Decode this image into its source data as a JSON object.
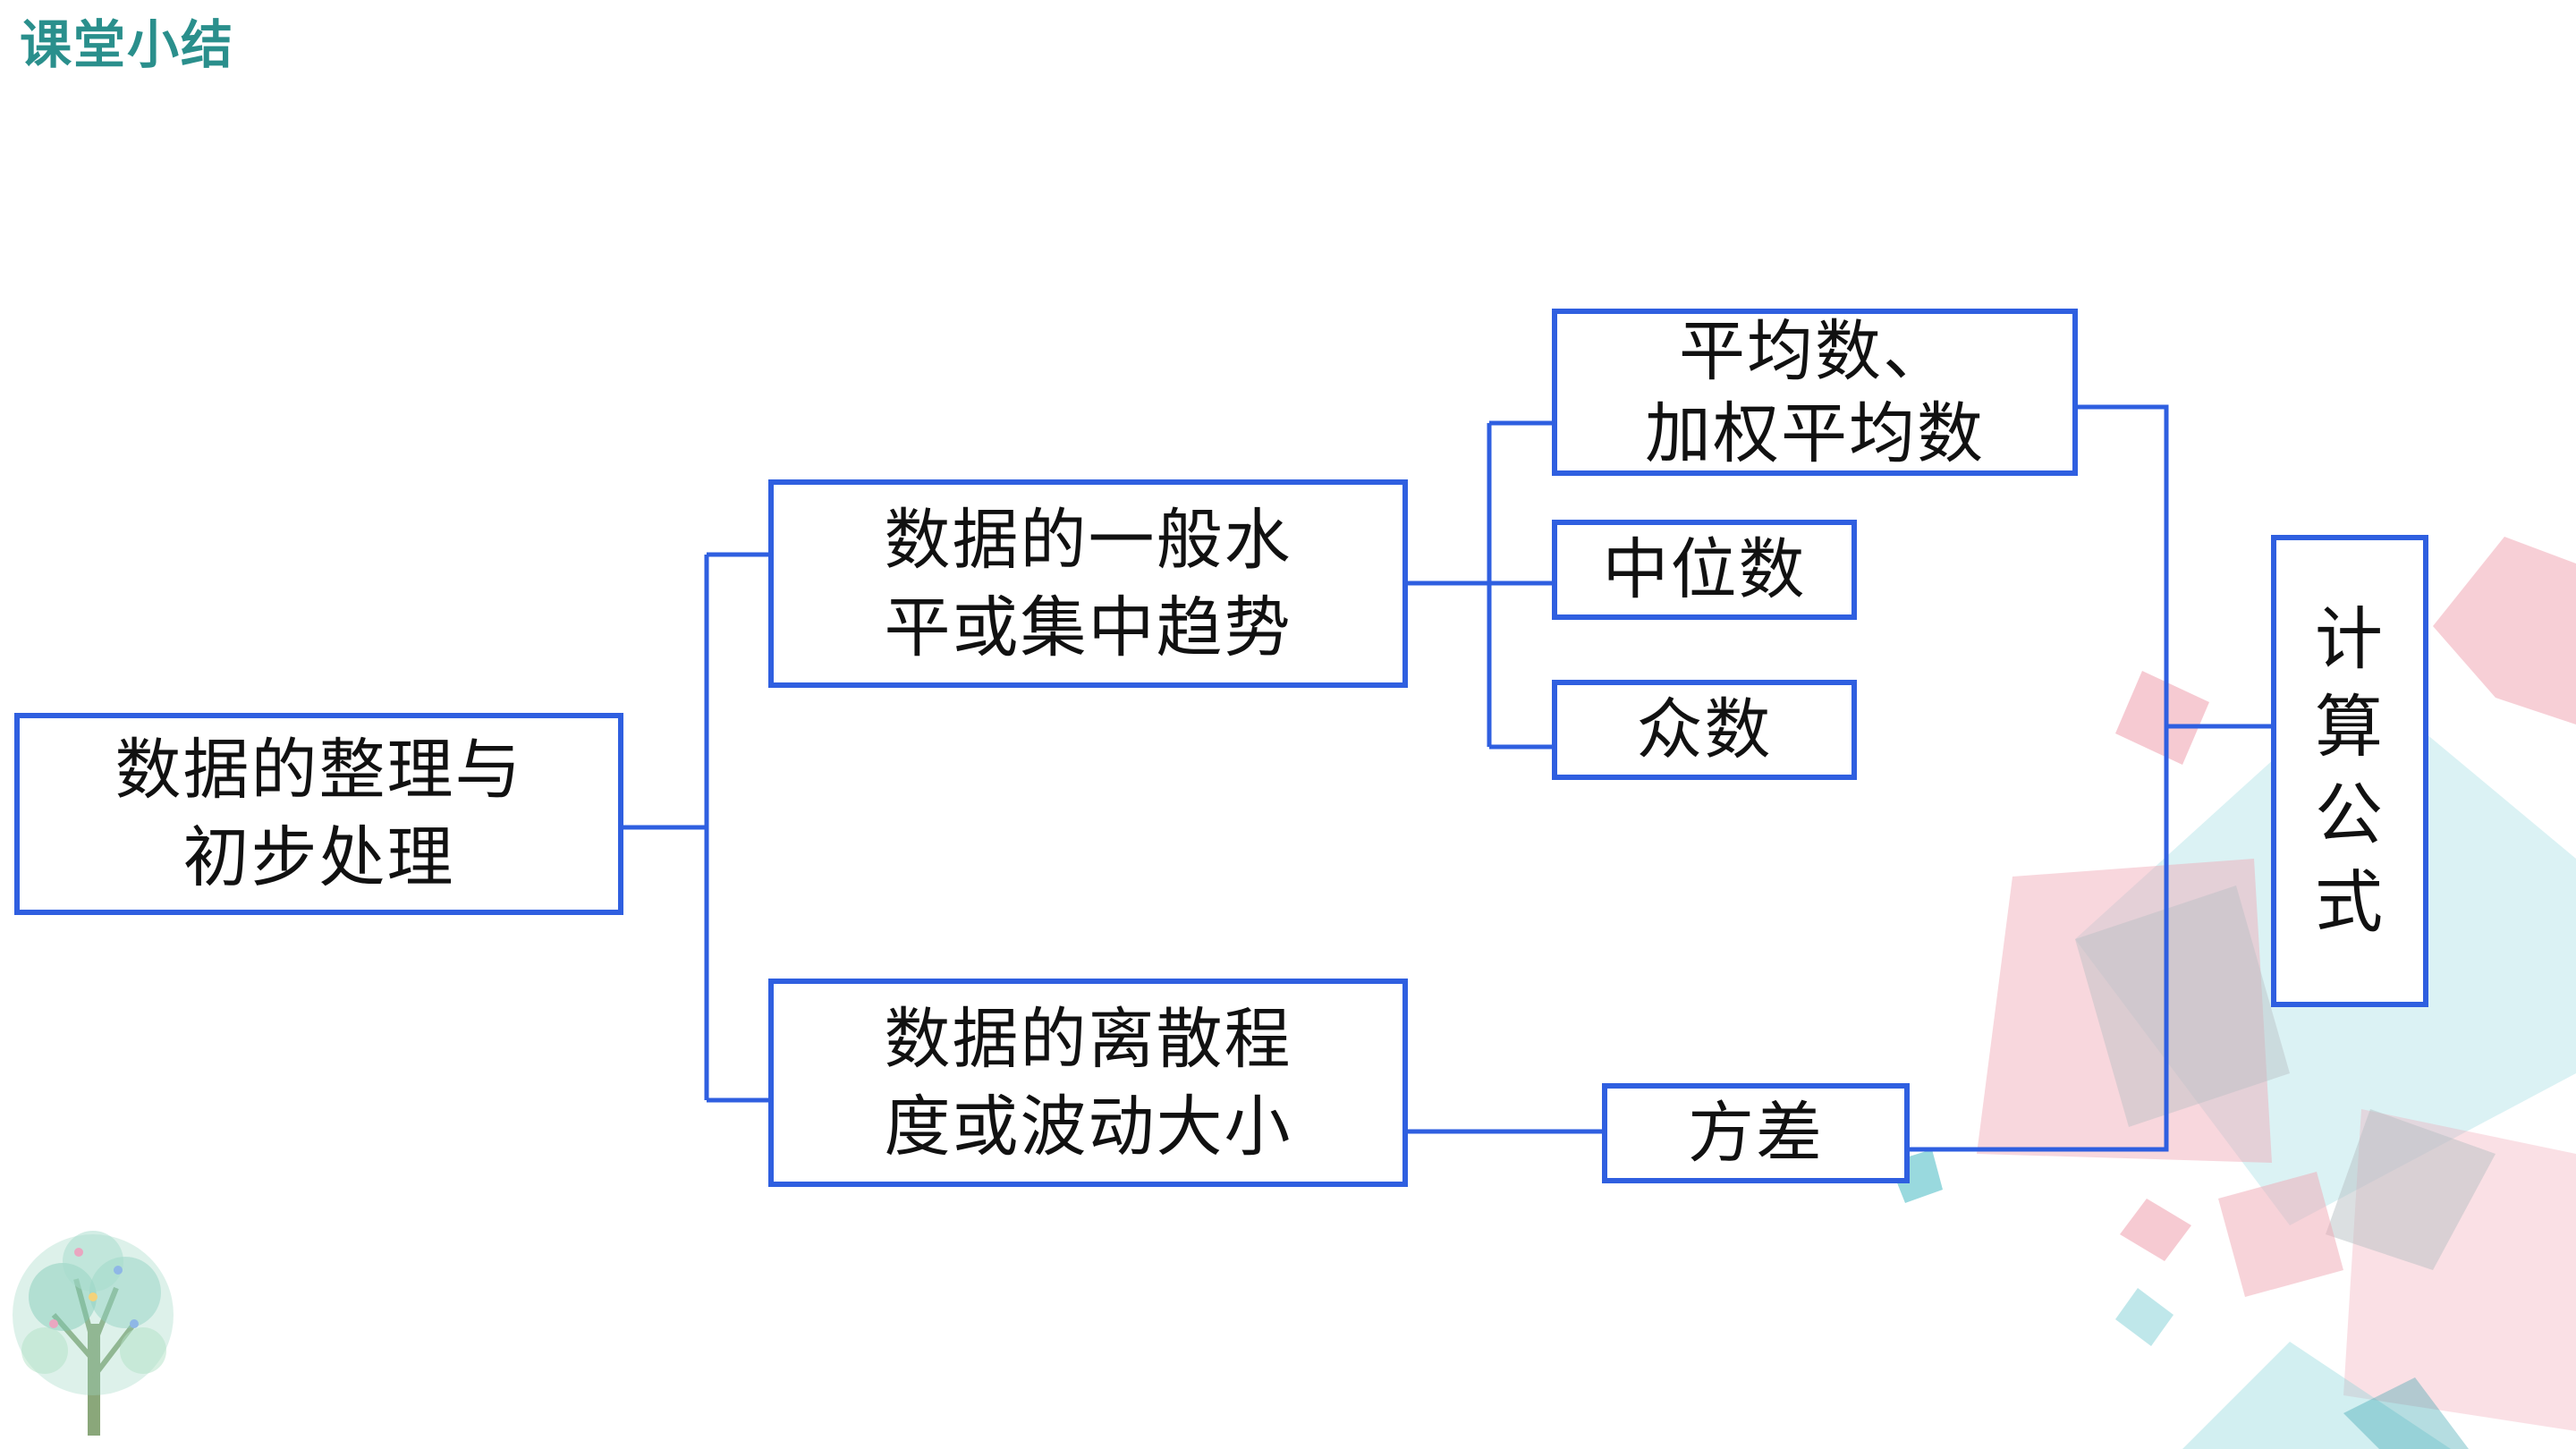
{
  "header": {
    "title": "课堂小结"
  },
  "diagram": {
    "root": {
      "lines": [
        "数据的整理与",
        "初步处理"
      ]
    },
    "central": {
      "lines": [
        "数据的一般水",
        "平或集中趋势"
      ]
    },
    "dispersion": {
      "lines": [
        "数据的离散程",
        "度或波动大小"
      ]
    },
    "mean": {
      "lines": [
        "平均数、",
        "加权平均数"
      ]
    },
    "median": {
      "lines": [
        "中位数"
      ]
    },
    "mode": {
      "lines": [
        "众数"
      ]
    },
    "variance": {
      "lines": [
        "方差"
      ]
    },
    "formula": {
      "chars": [
        "计",
        "算",
        "公",
        "式"
      ]
    }
  },
  "colors": {
    "border": "#2f5fe0",
    "connector": "#2f5fe0",
    "title": "#2a8f8c",
    "deco_pink": "#f0a7b4",
    "deco_gray": "#b8bfc4",
    "deco_teal": "#7fd0d6"
  },
  "icons": {
    "corner_tree": "tree-icon"
  }
}
